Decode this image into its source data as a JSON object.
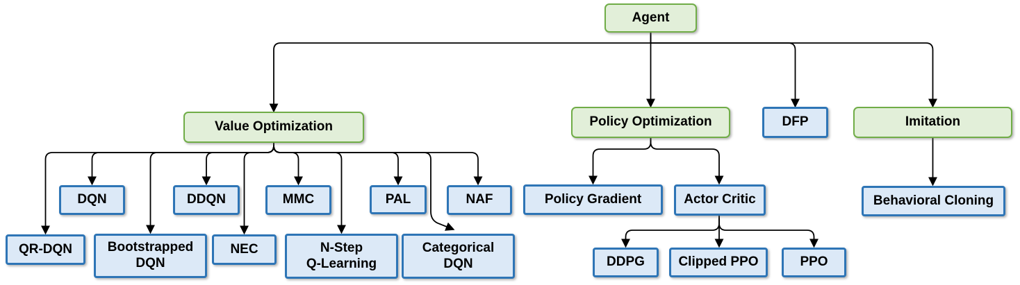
{
  "diagram": {
    "description": "Reinforcement learning agent types hierarchy",
    "colors": {
      "category_fill": "#e2efd9",
      "category_border": "#70ad47",
      "algorithm_fill": "#dce9f7",
      "algorithm_border": "#2e75b6",
      "connector": "#000000",
      "background": "#ffffff",
      "text": "#000000"
    },
    "nodes": {
      "agent": {
        "label": "Agent",
        "kind": "category"
      },
      "value_optimization": {
        "label": "Value Optimization",
        "kind": "category"
      },
      "policy_optimization": {
        "label": "Policy Optimization",
        "kind": "category"
      },
      "dfp": {
        "label": "DFP",
        "kind": "algorithm"
      },
      "imitation": {
        "label": "Imitation",
        "kind": "category"
      },
      "dqn": {
        "label": "DQN",
        "kind": "algorithm"
      },
      "ddqn": {
        "label": "DDQN",
        "kind": "algorithm"
      },
      "mmc": {
        "label": "MMC",
        "kind": "algorithm"
      },
      "pal": {
        "label": "PAL",
        "kind": "algorithm"
      },
      "naf": {
        "label": "NAF",
        "kind": "algorithm"
      },
      "qr_dqn": {
        "label": "QR-DQN",
        "kind": "algorithm"
      },
      "bootstrapped_dqn": {
        "label": "Bootstrapped\nDQN",
        "kind": "algorithm"
      },
      "nec": {
        "label": "NEC",
        "kind": "algorithm"
      },
      "n_step_q_learning": {
        "label": "N-Step\nQ-Learning",
        "kind": "algorithm"
      },
      "categorical_dqn": {
        "label": "Categorical\nDQN",
        "kind": "algorithm"
      },
      "policy_gradient": {
        "label": "Policy Gradient",
        "kind": "algorithm"
      },
      "actor_critic": {
        "label": "Actor Critic",
        "kind": "algorithm"
      },
      "behavioral_cloning": {
        "label": "Behavioral Cloning",
        "kind": "algorithm"
      },
      "ddpg": {
        "label": "DDPG",
        "kind": "algorithm"
      },
      "clipped_ppo": {
        "label": "Clipped PPO",
        "kind": "algorithm"
      },
      "ppo": {
        "label": "PPO",
        "kind": "algorithm"
      }
    },
    "edges": [
      {
        "from": "agent",
        "to": "value_optimization"
      },
      {
        "from": "agent",
        "to": "policy_optimization"
      },
      {
        "from": "agent",
        "to": "dfp"
      },
      {
        "from": "agent",
        "to": "imitation"
      },
      {
        "from": "value_optimization",
        "to": "qr_dqn"
      },
      {
        "from": "value_optimization",
        "to": "dqn"
      },
      {
        "from": "value_optimization",
        "to": "bootstrapped_dqn"
      },
      {
        "from": "value_optimization",
        "to": "ddqn"
      },
      {
        "from": "value_optimization",
        "to": "nec"
      },
      {
        "from": "value_optimization",
        "to": "mmc"
      },
      {
        "from": "value_optimization",
        "to": "n_step_q_learning"
      },
      {
        "from": "value_optimization",
        "to": "pal"
      },
      {
        "from": "value_optimization",
        "to": "categorical_dqn"
      },
      {
        "from": "value_optimization",
        "to": "naf"
      },
      {
        "from": "policy_optimization",
        "to": "policy_gradient"
      },
      {
        "from": "policy_optimization",
        "to": "actor_critic"
      },
      {
        "from": "actor_critic",
        "to": "ddpg"
      },
      {
        "from": "actor_critic",
        "to": "clipped_ppo"
      },
      {
        "from": "actor_critic",
        "to": "ppo"
      },
      {
        "from": "imitation",
        "to": "behavioral_cloning"
      }
    ]
  }
}
